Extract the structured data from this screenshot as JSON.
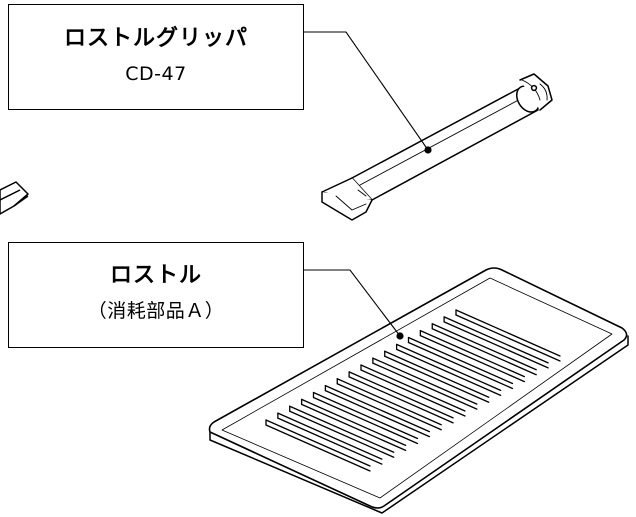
{
  "callouts": {
    "gripper": {
      "name": "ロストルグリッパ",
      "model": "CD-47"
    },
    "rostle": {
      "name": "ロストル",
      "note": "（消耗部品Ａ）"
    }
  }
}
